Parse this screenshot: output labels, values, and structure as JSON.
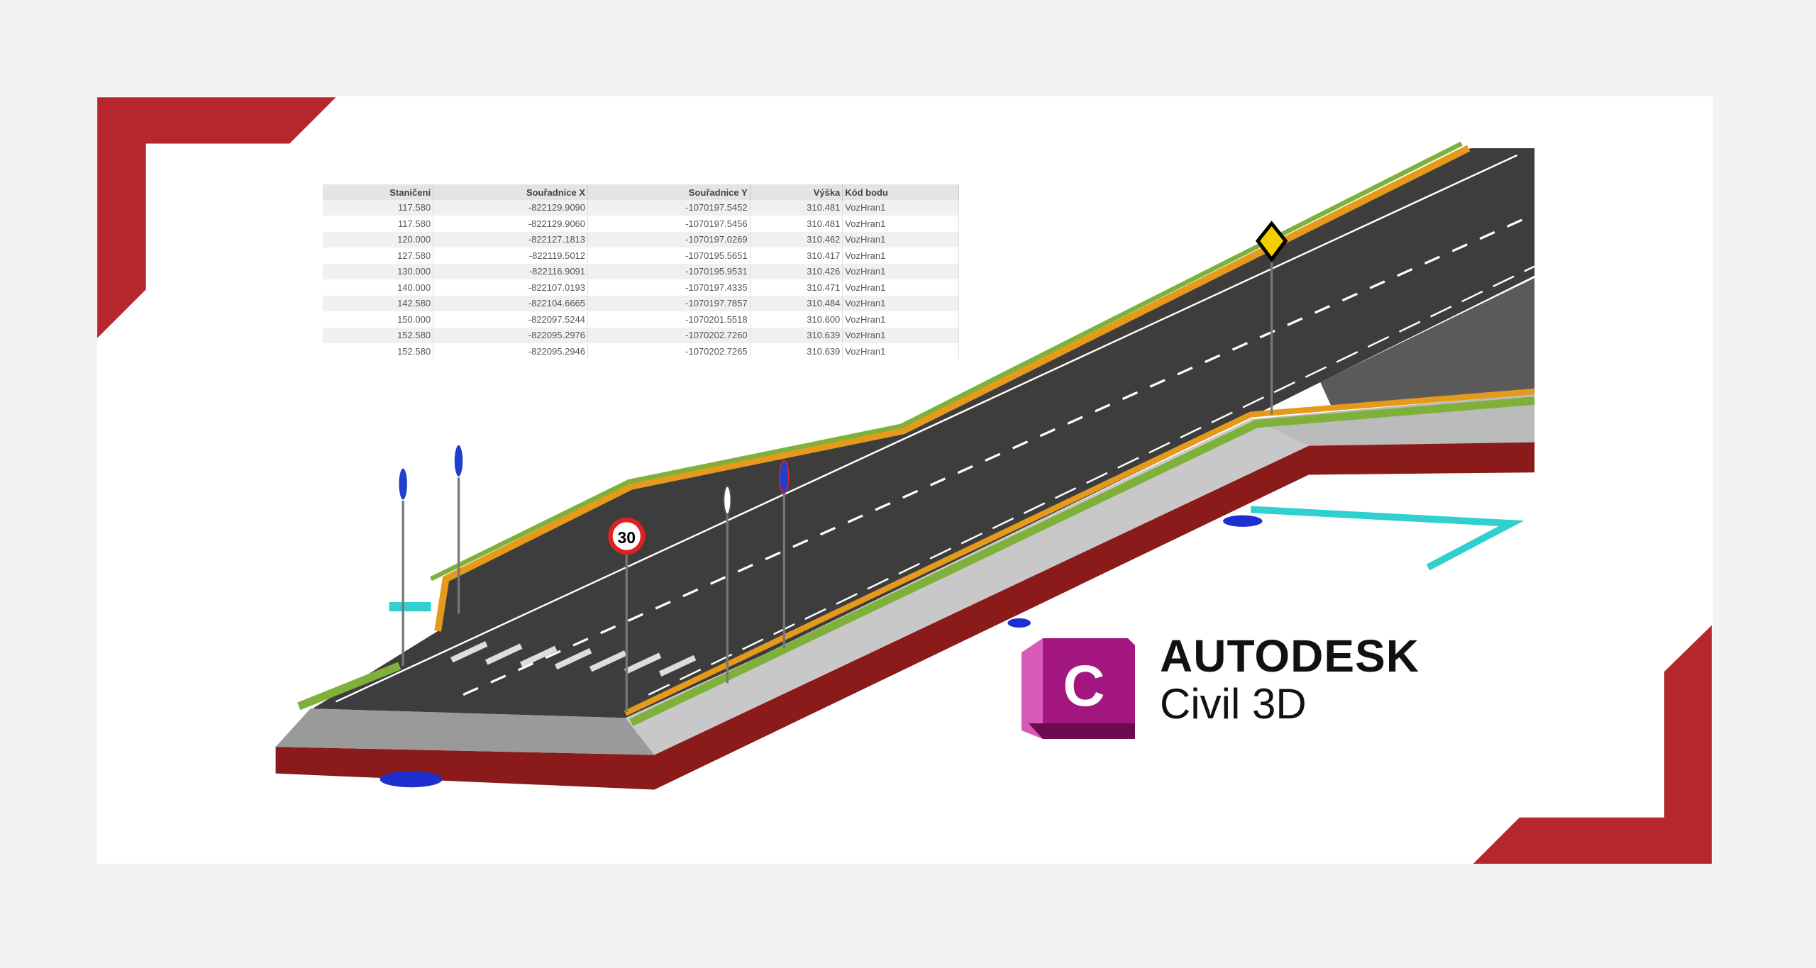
{
  "table": {
    "headers": [
      "Staničení",
      "Souřadnice X",
      "Souřadnice Y",
      "Výška",
      "Kód bodu"
    ],
    "rows": [
      [
        "117.580",
        "-822129.9090",
        "-1070197.5452",
        "310.481",
        "VozHran1"
      ],
      [
        "117.580",
        "-822129.9060",
        "-1070197.5456",
        "310.481",
        "VozHran1"
      ],
      [
        "120.000",
        "-822127.1813",
        "-1070197.0269",
        "310.462",
        "VozHran1"
      ],
      [
        "127.580",
        "-822119.5012",
        "-1070195.5651",
        "310.417",
        "VozHran1"
      ],
      [
        "130.000",
        "-822116.9091",
        "-1070195.9531",
        "310.426",
        "VozHran1"
      ],
      [
        "140.000",
        "-822107.0193",
        "-1070197.4335",
        "310.471",
        "VozHran1"
      ],
      [
        "142.580",
        "-822104.6665",
        "-1070197.7857",
        "310.484",
        "VozHran1"
      ],
      [
        "150.000",
        "-822097.5244",
        "-1070201.5518",
        "310.600",
        "VozHran1"
      ],
      [
        "152.580",
        "-822095.2976",
        "-1070202.7260",
        "310.639",
        "VozHran1"
      ],
      [
        "152.580",
        "-822095.2946",
        "-1070202.7265",
        "310.639",
        "VozHran1"
      ]
    ]
  },
  "sign_speed": "30",
  "brand": {
    "line1": "AUTODESK",
    "line2": "Civil 3D",
    "logo_letter": "C"
  },
  "colors": {
    "accent_red": "#b5272a",
    "logo_magenta": "#a3157f"
  }
}
